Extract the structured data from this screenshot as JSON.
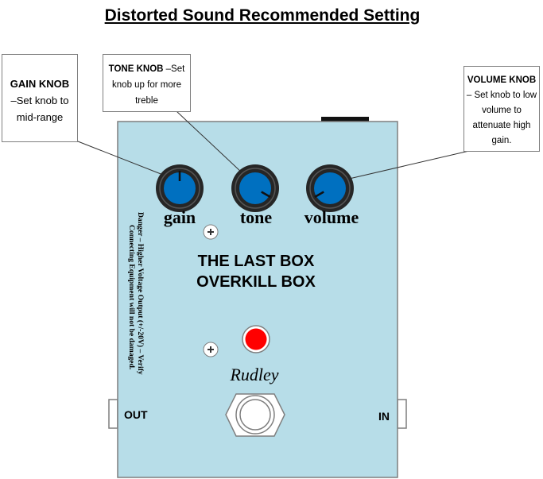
{
  "title": "Distorted Sound Recommended Setting",
  "callouts": {
    "gain": {
      "heading": "GAIN KNOB",
      "text": "–Set knob to mid-range"
    },
    "tone": {
      "heading": "TONE KNOB",
      "text": "–Set knob up for more treble"
    },
    "volume": {
      "heading": "VOLUME KNOB",
      "text": "– Set knob to low volume to attenuate high gain."
    }
  },
  "knobs": [
    {
      "id": "gain",
      "label": "gain",
      "pointer_angle_deg": 0
    },
    {
      "id": "tone",
      "label": "tone",
      "pointer_angle_deg": 120
    },
    {
      "id": "volume",
      "label": "volume",
      "pointer_angle_deg": 240
    }
  ],
  "pedal": {
    "line1": "THE LAST BOX",
    "line2": "OVERKILL BOX",
    "brand": "Rudley",
    "out_label": "OUT",
    "in_label": "IN",
    "warning_line1": "Danger – Higher Voltage Output (+/-20V) – Verify",
    "warning_line2": "Connecting Equipment will not be damaged."
  },
  "colors": {
    "pedal_body": "#b7dde8",
    "knob_face": "#0070c0",
    "knob_ring": "#262626",
    "led": "#ff0000",
    "outline": "#7f7f7f"
  }
}
